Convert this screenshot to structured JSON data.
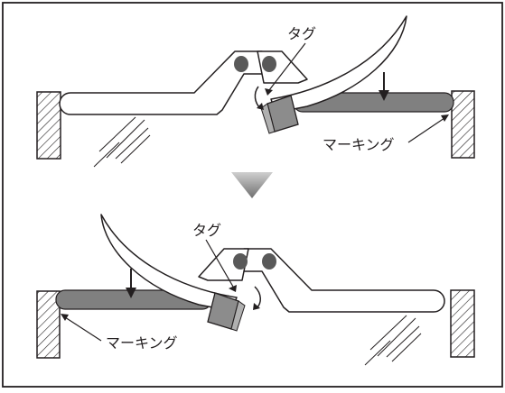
{
  "colors": {
    "frame": "#231f20",
    "marking": "#808080",
    "pivot": "#595959",
    "tag": "#8c8c8c",
    "triangle": "#8a8a8a",
    "background": "#ffffff"
  },
  "top_panel": {
    "tag_label": "タグ",
    "marking_label": "マーキング"
  },
  "bottom_panel": {
    "tag_label": "タグ",
    "marking_label": "マーキング"
  }
}
